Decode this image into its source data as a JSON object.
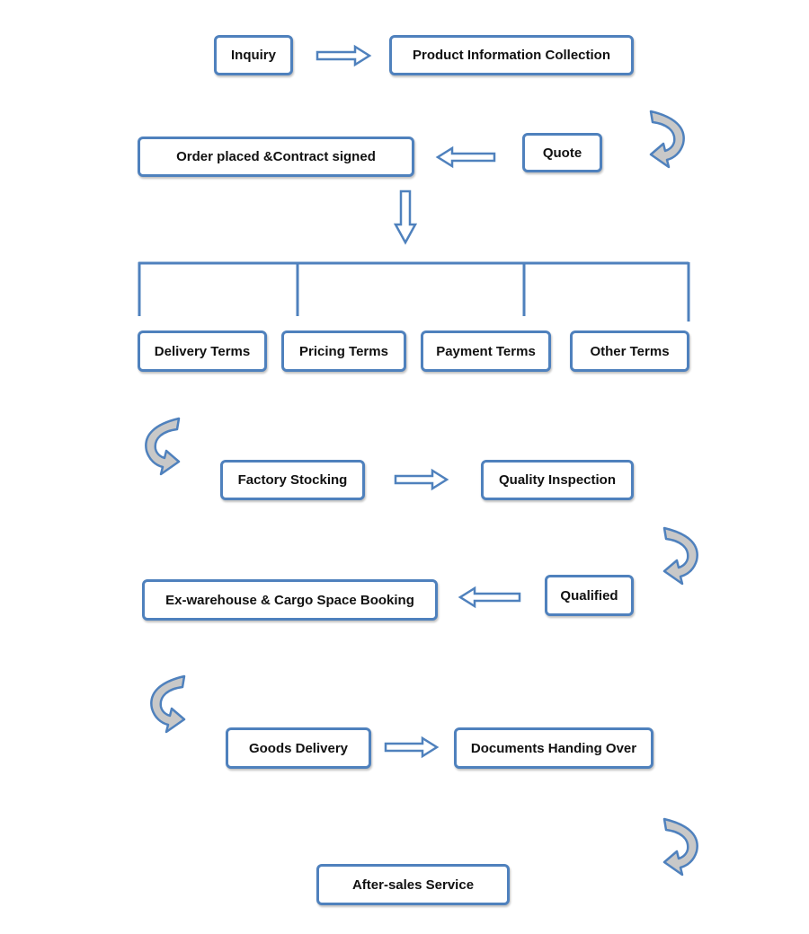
{
  "colors": {
    "stroke": "#4f81bd",
    "curved_arrow_fill": "#c8c8c8",
    "text": "#111111"
  },
  "steps": {
    "inquiry": "Inquiry",
    "product_info": "Product Information Collection",
    "quote": "Quote",
    "order": "Order placed &Contract signed",
    "delivery_terms": "Delivery Terms",
    "pricing_terms": "Pricing Terms",
    "payment_terms": "Payment Terms",
    "other_terms": "Other Terms",
    "factory_stocking": "Factory Stocking",
    "quality_inspection": "Quality Inspection",
    "qualified": "Qualified",
    "ex_warehouse": "Ex-warehouse & Cargo Space Booking",
    "goods_delivery": "Goods Delivery",
    "documents": "Documents Handing Over",
    "after_sales": "After-sales Service"
  },
  "icons": [
    "block-arrow-right-icon",
    "block-arrow-left-icon",
    "block-arrow-down-icon",
    "curved-arrow-icon"
  ]
}
